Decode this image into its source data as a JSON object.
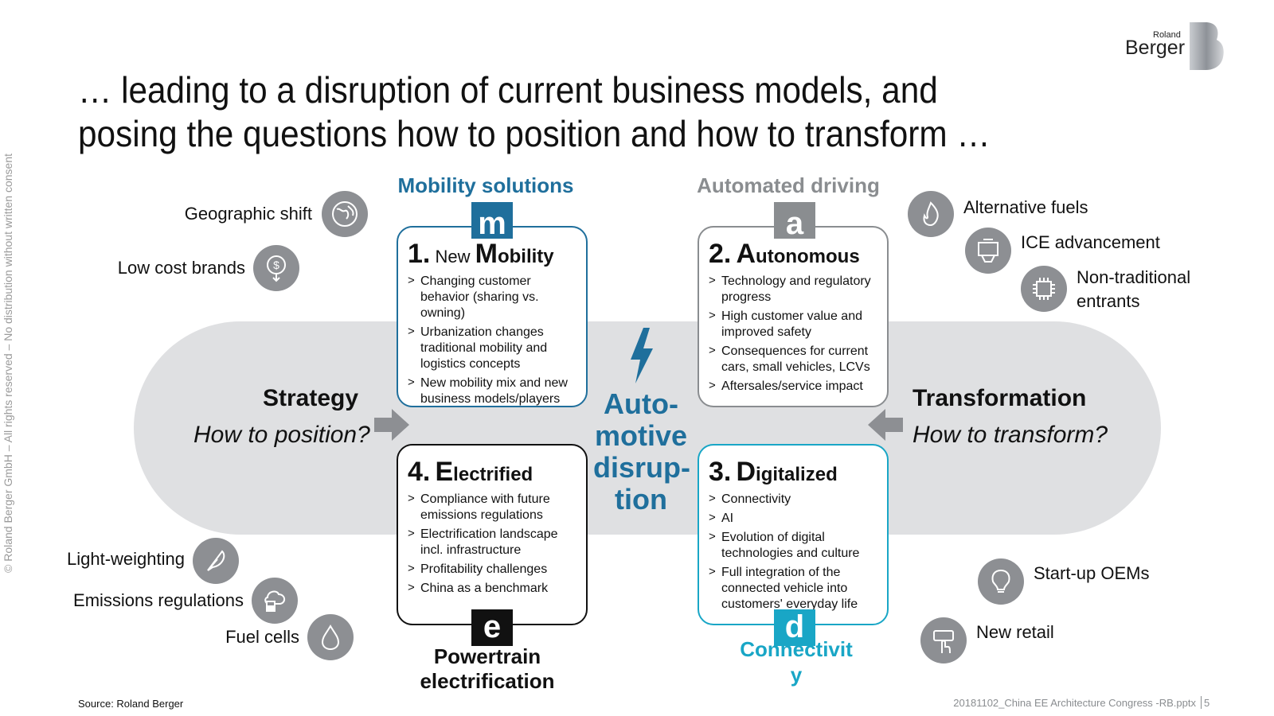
{
  "logo": {
    "line1": "Roland",
    "line2": "Berger"
  },
  "title": "… leading to a disruption of current business models, and posing the questions how to position and how to transform …",
  "sidebar_text": "© Roland Berger GmbH – All rights reserved – No distribution without written consent",
  "left": {
    "head": "Strategy",
    "sub": "How to position?"
  },
  "right": {
    "head": "Transformation",
    "sub": "How to transform?"
  },
  "center": {
    "line1": "Auto-",
    "line2": "motive",
    "line3": "disrup-",
    "line4": "tion"
  },
  "categories": {
    "mobility": "Mobility solutions",
    "automated": "Automated driving",
    "powertrain": "Powertrain electrification",
    "connectivity_a": "Connectivit",
    "connectivity_b": "y"
  },
  "cards": {
    "mobility": {
      "num": "1.",
      "word": "New",
      "big": "M",
      "rest": "obility",
      "bullets": [
        "Changing customer behavior (sharing vs. owning)",
        "Urbanization changes traditional mobility and logistics concepts",
        "New mobility mix and new business models/players"
      ]
    },
    "autonomous": {
      "num": "2.",
      "big": "A",
      "rest": "utonomous",
      "bullets": [
        "Technology and regulatory progress",
        "High customer value and improved safety",
        "Consequences for current cars, small vehicles, LCVs",
        "Aftersales/service impact"
      ]
    },
    "digital": {
      "num": "3.",
      "big": "D",
      "rest": "igitalized",
      "bullets": [
        "Connectivity",
        "AI",
        "Evolution of digital technologies and culture",
        "Full integration of the connected vehicle into customers' everyday life"
      ]
    },
    "electric": {
      "num": "4.",
      "big": "E",
      "rest": "lectrified",
      "bullets": [
        "Compliance with future emissions regulations",
        "Electrification landscape incl. infrastructure",
        "Profitability challenges",
        "China as a benchmark"
      ]
    }
  },
  "badges": {
    "m": "m",
    "a": "a",
    "d": "d",
    "e": "e"
  },
  "drivers": {
    "geo": "Geographic shift",
    "lowcost": "Low cost brands",
    "light": "Light-weighting",
    "emissions": "Emissions regulations",
    "fuelcells": "Fuel cells",
    "altfuels": "Alternative fuels",
    "ice": "ICE advancement",
    "nontrad_1": "Non-traditional",
    "nontrad_2": "entrants",
    "startup": "Start-up OEMs",
    "retail": "New retail"
  },
  "footer": {
    "source": "Source: Roland Berger",
    "file": "20181102_China EE Architecture Congress -RB.pptx",
    "page": "5"
  },
  "colors": {
    "blue": "#1f6f9c",
    "teal": "#19a6c6",
    "gray_text": "#8a8d90",
    "icon_gray": "#8d8f93",
    "pill": "#dfe0e2"
  }
}
